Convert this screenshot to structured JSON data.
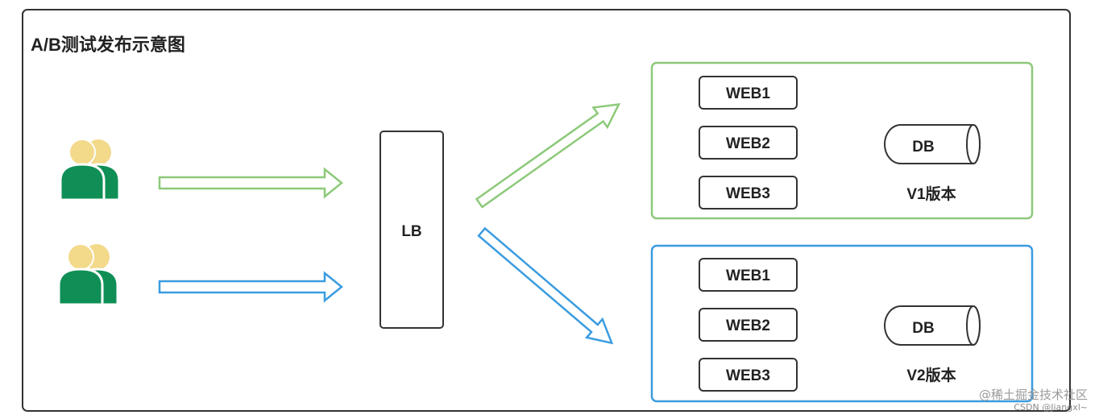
{
  "title": "A/B测试发布示意图",
  "lb_label": "LB",
  "colors": {
    "green": "#8dc97a",
    "blue": "#3a9ce0",
    "user_body": "#0f8f55",
    "user_head": "#f3d98a",
    "frame": "#333333"
  },
  "icons": [
    "user-group-icon",
    "user-group-icon"
  ],
  "groups": [
    {
      "servers": [
        "WEB1",
        "WEB2",
        "WEB3"
      ],
      "db": "DB",
      "version": "V1版本"
    },
    {
      "servers": [
        "WEB1",
        "WEB2",
        "WEB3"
      ],
      "db": "DB",
      "version": "V2版本"
    }
  ],
  "watermark": {
    "line1": "@稀土掘金技术社区",
    "line2": "CSDN @Jiangxl~"
  }
}
